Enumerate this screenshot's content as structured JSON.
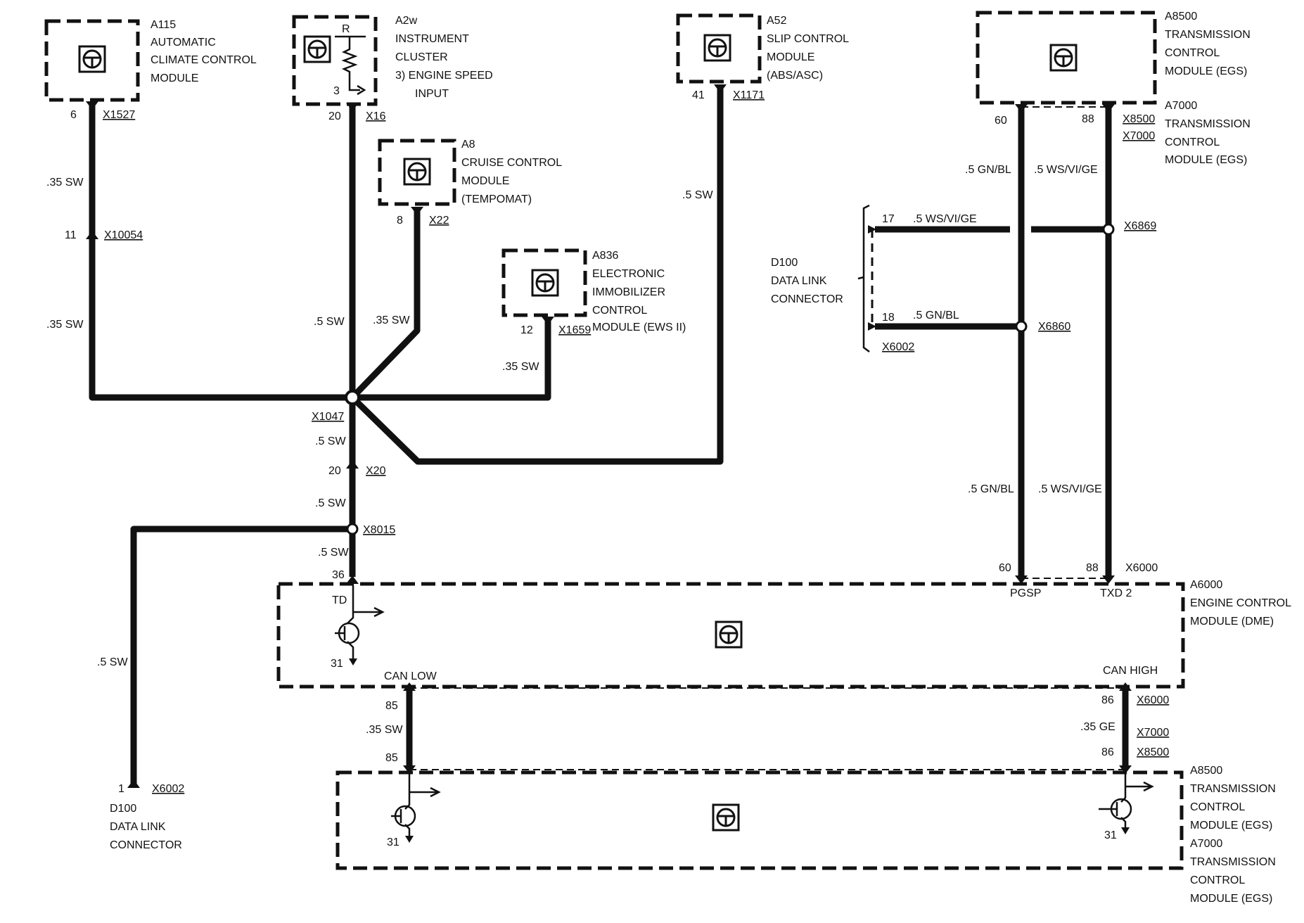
{
  "components": {
    "a115": {
      "id": "A115",
      "lines": [
        "AUTOMATIC",
        "CLIMATE CONTROL",
        "MODULE"
      ]
    },
    "a2w": {
      "id": "A2w",
      "lines": [
        "INSTRUMENT",
        "CLUSTER",
        "3)    ENGINE SPEED",
        "INPUT"
      ],
      "resistor": "R",
      "pin": "3"
    },
    "a8": {
      "id": "A8",
      "lines": [
        "CRUISE CONTROL",
        "MODULE",
        "(TEMPOMAT)"
      ]
    },
    "a836": {
      "id": "A836",
      "lines": [
        "ELECTRONIC",
        "IMMOBILIZER",
        "CONTROL",
        "MODULE (EWS II)"
      ]
    },
    "a52": {
      "id": "A52",
      "lines": [
        "SLIP CONTROL",
        "MODULE",
        "(ABS/ASC)"
      ]
    },
    "a8500_top": {
      "id": "A8500",
      "lines": [
        "TRANSMISSION",
        "CONTROL",
        "MODULE (EGS)"
      ]
    },
    "a7000_top": {
      "id": "A7000",
      "lines": [
        "TRANSMISSION",
        "CONTROL",
        "MODULE (EGS)"
      ]
    },
    "d100_top": {
      "id": "D100",
      "lines": [
        "DATA LINK",
        "CONNECTOR"
      ]
    },
    "a6000": {
      "id": "A6000",
      "lines": [
        "ENGINE CONTROL",
        "MODULE (DME)"
      ],
      "td": "TD",
      "pgsp": "PGSP",
      "txd2": "TXD 2",
      "gnd": "31",
      "can_low": "CAN LOW",
      "can_high": "CAN HIGH"
    },
    "a8500_bot": {
      "id": "A8500",
      "lines": [
        "TRANSMISSION",
        "CONTROL",
        "MODULE (EGS)"
      ]
    },
    "a7000_bot": {
      "id": "A7000",
      "lines": [
        "TRANSMISSION",
        "CONTROL",
        "MODULE (EGS)"
      ]
    },
    "gnd_left": "31",
    "gnd_right": "31",
    "d100_bot": {
      "id": "D100",
      "lines": [
        "DATA LINK",
        "CONNECTOR"
      ],
      "pin": "1",
      "connector": "X6002"
    }
  },
  "pins": {
    "p6": "6",
    "p20a": "20",
    "p8": "8",
    "p41": "41",
    "p60a": "60",
    "p88a": "88",
    "p11": "11",
    "p12": "12",
    "p17": "17",
    "p18": "18",
    "p20b": "20",
    "p36": "36",
    "p60b": "60",
    "p88b": "88",
    "p85a": "85",
    "p86a": "86",
    "p85b": "85",
    "p86b": "86"
  },
  "connectors": {
    "x1527": "X1527",
    "x16": "X16",
    "x22": "X22",
    "x1171": "X1171",
    "x8500a": "X8500",
    "x7000a": "X7000",
    "x10054": "X10054",
    "x1659": "X1659",
    "x6869": "X6869",
    "x6860": "X6860",
    "x6002": "X6002",
    "x1047": "X1047",
    "x20": "X20",
    "x8015": "X8015",
    "x6000a": "X6000",
    "x6000b": "X6000",
    "x7000b": "X7000",
    "x8500b": "X8500"
  },
  "wires": {
    "w1": ".35 SW",
    "w2": ".35 SW",
    "w3": ".5 SW",
    "w4": ".35 SW",
    "w5": ".35 SW",
    "w6": ".5 SW",
    "w7": ".5 GN/BL",
    "w8": ".5 WS/VI/GE",
    "w9": ".5 WS/VI/GE",
    "w10": ".5 GN/BL",
    "w11": ".5 SW",
    "w12": ".5 SW",
    "w13": ".5 SW",
    "w14": ".5 GN/BL",
    "w15": ".5 WS/VI/GE",
    "w16": ".5 SW",
    "w17": ".35 SW",
    "w18": ".35 GE"
  }
}
